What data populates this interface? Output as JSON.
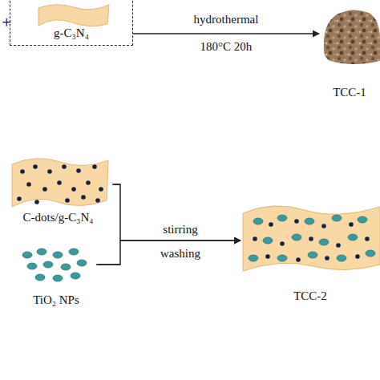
{
  "diagram": {
    "nodes": [
      {
        "text": [
          "g-C₃N₄"
        ]
      },
      {
        "text": [
          "TCC-1"
        ]
      },
      {
        "text": [
          "C-dots/g-C₃N₄"
        ]
      },
      {
        "text": [
          "TiO₂ NPs"
        ]
      },
      {
        "text": [
          "TCC-2"
        ]
      }
    ],
    "edges": [
      {
        "from": 0,
        "to": 1,
        "arrow": "to",
        "label": "hydrothermal"
      },
      {
        "from": 2,
        "to": 4,
        "arrow": "to",
        "label": "stirring"
      },
      {
        "from": 3,
        "to": 4,
        "arrow": "to"
      }
    ],
    "labels": [
      "+",
      "180°C 20h",
      "washing"
    ]
  }
}
